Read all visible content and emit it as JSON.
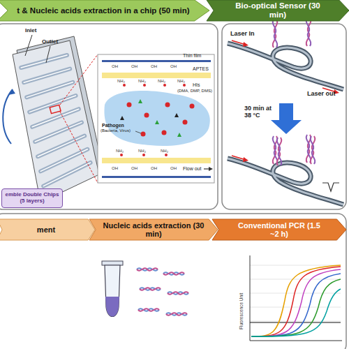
{
  "diagram": {
    "nodes": [
      {
        "text": [
          "t & Nucleic acids extraction in a chip (50 min)"
        ]
      },
      {
        "text": [
          "Bio-optical Sensor (30 min)"
        ]
      },
      {
        "text": [
          "emble Double Chips (5 layers)"
        ]
      },
      {
        "text": [
          "ment"
        ]
      },
      {
        "text": [
          "Nucleic acids extraction (30 min)"
        ]
      },
      {
        "text": [
          "Conventional PCR (1.5 ~2 h)"
        ]
      }
    ],
    "labels": [
      "Inlet",
      "Outlet",
      "Thin film",
      "APTES",
      "HIs",
      "(DMA, DMP, DMS)",
      "Pathogen",
      "(Bacteria, Virus)",
      "OH",
      "OH",
      "OH",
      "OH",
      "NH₂",
      "NH₂",
      "NH₂",
      "NH₂",
      "NH₂",
      "NH₂",
      "NH₂",
      "OH",
      "OH",
      "OH",
      "OH",
      "Flow out",
      "Laser In",
      "Laser out",
      "30 min at 38 °C",
      "Fluorescence Unit"
    ]
  }
}
